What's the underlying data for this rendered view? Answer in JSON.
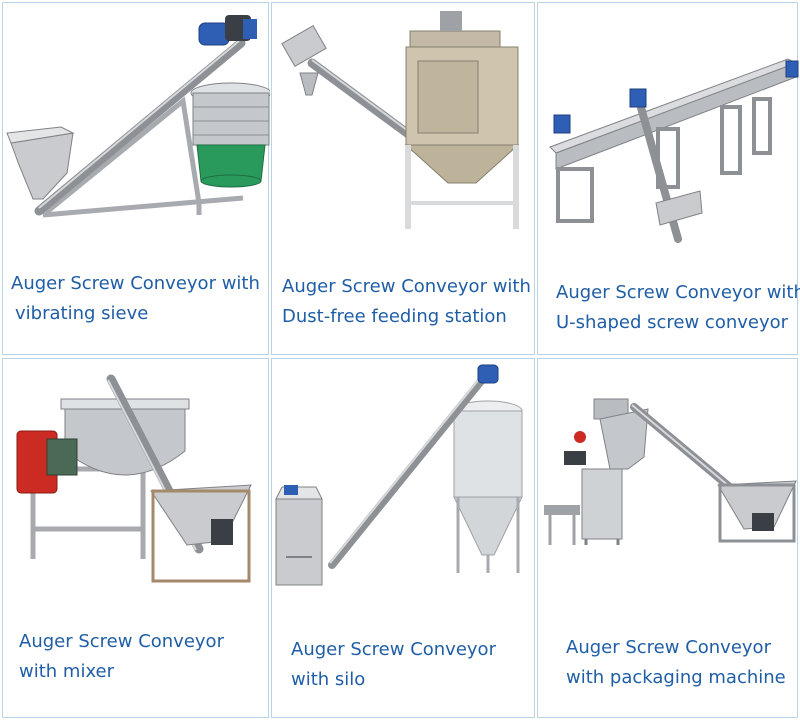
{
  "colors": {
    "caption": "#1f5ea6",
    "border": "#bcd3e6",
    "steel": "#b9bcc0",
    "motor_blue": "#2f5fb5",
    "sieve_green": "#2a9a5c",
    "mixer_red": "#cc2b24"
  },
  "products": [
    {
      "line1": "Auger Screw Conveyor with",
      "line2": "vibrating sieve",
      "image": "conveyor-with-vibrating-sieve"
    },
    {
      "line1": "Auger Screw Conveyor with",
      "line2": "Dust-free feeding station",
      "image": "conveyor-with-dust-free-feeding-station"
    },
    {
      "line1": "Auger Screw Conveyor with",
      "line2": "U-shaped screw conveyor",
      "image": "conveyor-with-u-shaped-screw-conveyor"
    },
    {
      "line1": "Auger Screw Conveyor",
      "line2": "with mixer",
      "image": "conveyor-with-mixer"
    },
    {
      "line1": "Auger Screw Conveyor",
      "line2": "with silo",
      "image": "conveyor-with-silo"
    },
    {
      "line1": "Auger Screw Conveyor",
      "line2": "with packaging machine",
      "image": "conveyor-with-packaging-machine"
    }
  ]
}
